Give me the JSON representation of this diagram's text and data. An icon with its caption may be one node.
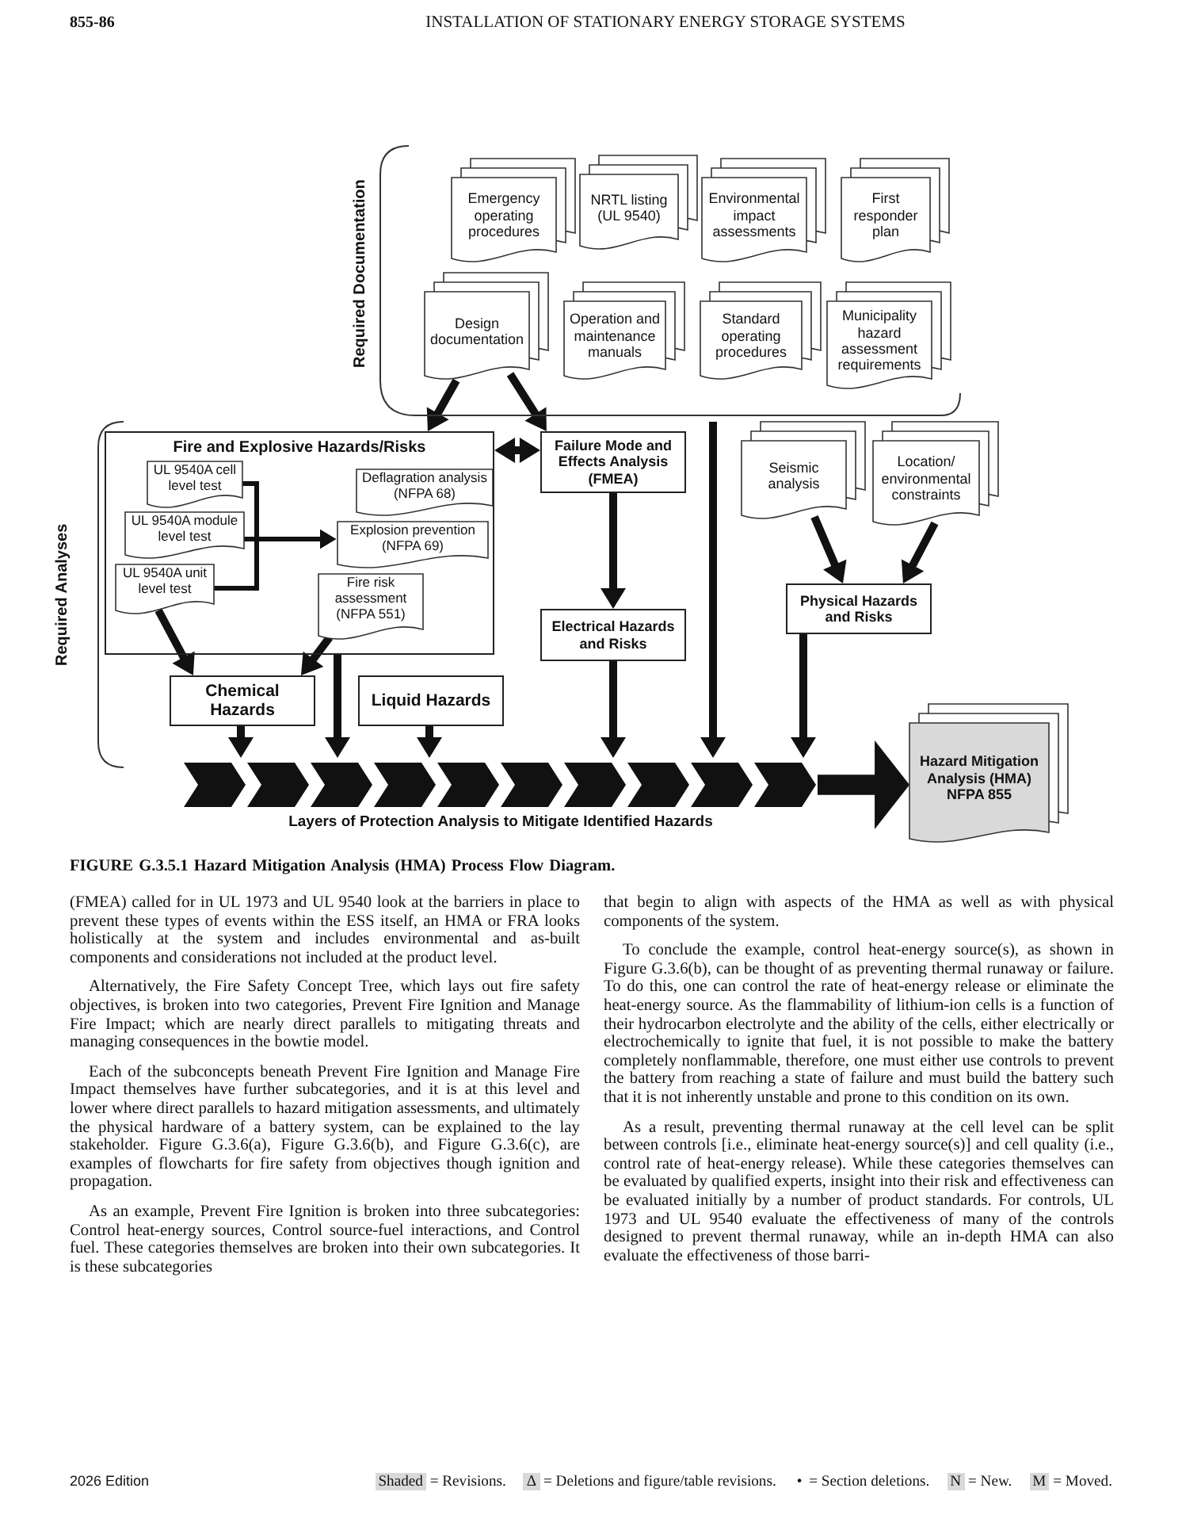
{
  "diagram": {
    "caption": "FIGURE G.3.5.1 Hazard Mitigation Analysis (HMA) Process Flow Diagram.",
    "nodes": [
      {
        "text": [
          "Required Documentation"
        ]
      },
      {
        "text": [
          "Emergency operating procedures"
        ],
        "in": 0
      },
      {
        "text": [
          "NRTL listing (UL 9540)"
        ],
        "in": 0
      },
      {
        "text": [
          "Environmental impact assessments"
        ],
        "in": 0
      },
      {
        "text": [
          "First responder plan"
        ],
        "in": 0
      },
      {
        "text": [
          "Design documentation"
        ],
        "in": 0
      },
      {
        "text": [
          "Operation and maintenance manuals"
        ],
        "in": 0
      },
      {
        "text": [
          "Standard operating procedures"
        ],
        "in": 0
      },
      {
        "text": [
          "Municipality hazard assessment requirements"
        ],
        "in": 0
      },
      {
        "text": [
          "Fire and Explosive Hazards/Risks"
        ]
      },
      {
        "text": [
          "UL 9540A cell level test"
        ],
        "in": 9
      },
      {
        "text": [
          "UL 9540A module level test"
        ],
        "in": 9
      },
      {
        "text": [
          "UL 9540A unit level test"
        ],
        "in": 9
      },
      {
        "text": [
          "Deflagration analysis (NFPA 68)"
        ],
        "in": 9
      },
      {
        "text": [
          "Explosion prevention (NFPA 69)"
        ],
        "in": 9
      },
      {
        "text": [
          "Fire risk assessment (NFPA 551)"
        ],
        "in": 9
      },
      {
        "text": [
          "Failure Mode and Effects Analysis (FMEA)"
        ]
      },
      {
        "text": [
          "Electrical Hazards and Risks"
        ]
      },
      {
        "text": [
          "Seismic analysis"
        ]
      },
      {
        "text": [
          "Location/ environmental constraints"
        ]
      },
      {
        "text": [
          "Physical Hazards and Risks"
        ]
      },
      {
        "text": [
          "Chemical Hazards"
        ]
      },
      {
        "text": [
          "Liquid Hazards"
        ]
      },
      {
        "text": [
          "Layers of Protection Analysis to Mitigate Identified Hazards"
        ]
      },
      {
        "text": [
          "Hazard Mitigation Analysis (HMA) NFPA 855"
        ]
      }
    ],
    "edges": [
      {
        "from": 5,
        "to": 9,
        "arrow": "to"
      },
      {
        "from": 5,
        "to": 16,
        "arrow": "to"
      },
      {
        "from": 9,
        "to": 16,
        "arrow": "both"
      },
      {
        "from": 10,
        "to": 14,
        "arrow": "to"
      },
      {
        "from": 11,
        "to": 14,
        "arrow": "to"
      },
      {
        "from": 12,
        "to": 14,
        "arrow": "to"
      },
      {
        "from": 12,
        "to": 21,
        "arrow": "to"
      },
      {
        "from": 15,
        "to": 21,
        "arrow": "to"
      },
      {
        "from": 9,
        "to": 23,
        "arrow": "to"
      },
      {
        "from": 16,
        "to": 17,
        "arrow": "to"
      },
      {
        "from": 0,
        "to": 23,
        "arrow": "to"
      },
      {
        "from": 18,
        "to": 20,
        "arrow": "to"
      },
      {
        "from": 19,
        "to": 20,
        "arrow": "to"
      },
      {
        "from": 21,
        "to": 23,
        "arrow": "to"
      },
      {
        "from": 22,
        "to": 23,
        "arrow": "to"
      },
      {
        "from": 17,
        "to": 23,
        "arrow": "to"
      },
      {
        "from": 20,
        "to": 23,
        "arrow": "to"
      },
      {
        "from": 23,
        "to": 24,
        "arrow": "to",
        "style": "thick"
      }
    ],
    "labels": [
      "855-86",
      "INSTALLATION OF STATIONARY ENERGY STORAGE SYSTEMS",
      "Required Analyses",
      "(FMEA) called for in UL 1973 and UL 9540 look at the barriers in place to prevent these types of events within the ESS itself, an HMA or FRA looks holistically at the system and includes environmental and as-built components and considerations not included at the product level.",
      "Alternatively, the Fire Safety Concept Tree, which lays out fire safety objectives, is broken into two categories, Prevent Fire Ignition and Manage Fire Impact; which are nearly direct parallels to mitigating threats and managing consequences in the bowtie model.",
      "Each of the subconcepts beneath Prevent Fire Ignition and Manage Fire Impact themselves have further subcategories, and it is at this level and lower where direct parallels to hazard mitigation assessments, and ultimately the physical hardware of a battery system, can be explained to the lay stakeholder. Figure G.3.6(a), Figure G.3.6(b), and Figure G.3.6(c), are examples of flowcharts for fire safety from objectives though ignition and propagation.",
      "As an example, Prevent Fire Ignition is broken into three subcategories: Control heat-energy sources, Control source-fuel interactions, and Control fuel. These categories themselves are broken into their own subcategories. It is these subcategories",
      "that begin to align with aspects of the HMA as well as with physical components of the system.",
      "To conclude the example, control heat-energy source(s), as shown in Figure G.3.6(b), can be thought of as preventing thermal runaway or failure. To do this, one can control the rate of heat-energy release or eliminate the heat-energy source. As the flammability of lithium-ion cells is a function of their hydrocarbon electrolyte and the ability of the cells, either electrically or electrochemically to ignite that fuel, it is not possible to make the battery completely nonflammable, therefore, one must either use controls to prevent the battery from reaching a state of failure and must build the battery such that it is not inherently unstable and prone to this condition on its own.",
      "As a result, preventing thermal runaway at the cell level can be split between controls [i.e., eliminate heat-energy source(s)] and cell quality (i.e., control rate of heat-energy release). While these categories themselves can be evaluated by qualified experts, insight into their risk and effectiveness can be evaluated initially by a number of product standards. For controls, UL 1973 and UL 9540 evaluate the effectiveness of many of the controls designed to prevent thermal runaway, while an in-depth HMA can also evaluate the effectiveness of those barri-",
      "2026 Edition"
    ],
    "legend": [
      {
        "text": "Shaded = Revisions.",
        "color": "#d9d9d9"
      },
      {
        "text": "Δ = Deletions and figure/table revisions.",
        "color": "#d9d9d9"
      },
      {
        "text": "• = Section deletions."
      },
      {
        "text": "N = New.",
        "color": "#d9d9d9"
      },
      {
        "text": "M = Moved.",
        "color": "#d9d9d9"
      }
    ]
  }
}
